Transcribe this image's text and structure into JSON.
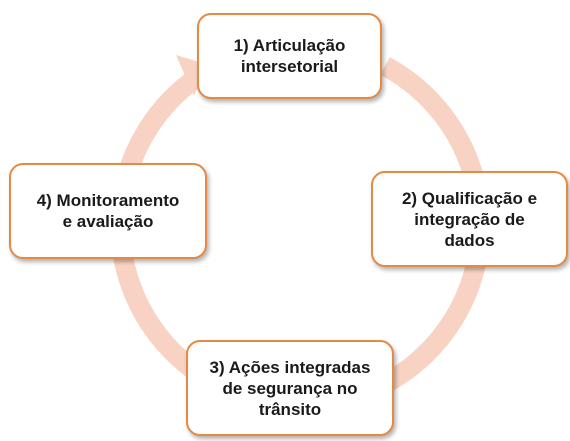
{
  "diagram": {
    "type": "cycle",
    "steps": [
      {
        "label": "1) Articulação\nintersetorial"
      },
      {
        "label": "2) Qualificação e\nintegração de\ndados"
      },
      {
        "label": "3) Ações integradas\nde segurança no\ntrânsito"
      },
      {
        "label": "4) Monitoramento\ne avaliação"
      }
    ],
    "colors": {
      "ring": "#f8d3c3",
      "box_border": "#e58a45",
      "box_fill": "#ffffff",
      "text": "#1a1a1a"
    }
  }
}
